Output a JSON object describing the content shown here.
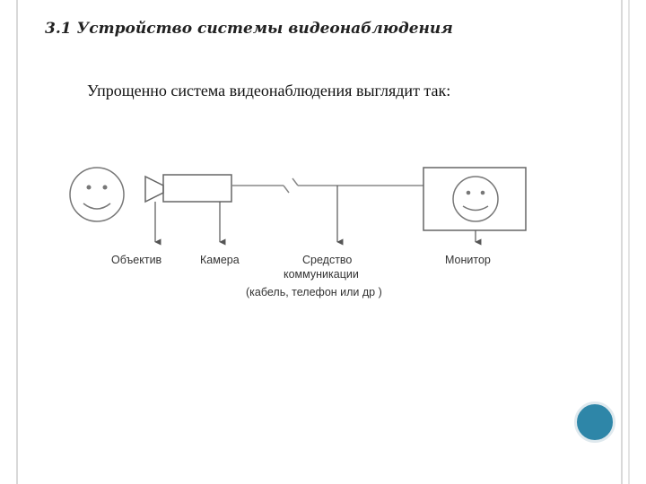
{
  "slide": {
    "title": "3.1 Устройство системы видеонаблюдения",
    "body_text": "Упрощенно система видеонаблюдения выглядит так:"
  },
  "diagram": {
    "labels": {
      "lens": "Объектив",
      "camera": "Камера",
      "medium_line1": "Средство",
      "medium_line2": "коммуникации",
      "medium_line3": "(кабель, телефон или др )",
      "monitor": "Монитор"
    }
  },
  "colors": {
    "accent": "#2e86a8",
    "stroke": "#555555"
  }
}
